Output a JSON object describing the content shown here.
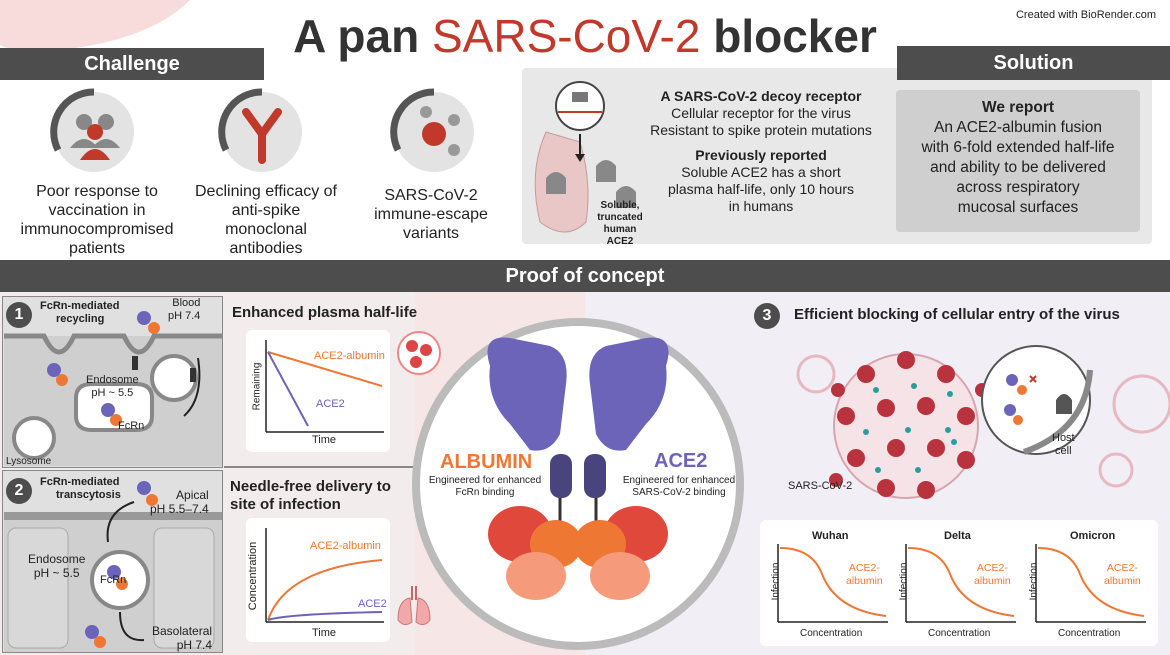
{
  "header": {
    "title_pre": "A pan ",
    "title_accent": "SARS-CoV-2",
    "title_post": " blocker",
    "credit": "Created with BioRender.com"
  },
  "challenge": {
    "label": "Challenge",
    "items": [
      {
        "text": "Poor response to vaccination in immunocompromised patients",
        "icon": "people-icon"
      },
      {
        "text": "Declining efficacy of anti-spike monoclonal antibodies",
        "icon": "antibody-icon"
      },
      {
        "text": "SARS-CoV-2 immune-escape variants",
        "icon": "virus-icon"
      }
    ]
  },
  "decoy": {
    "title1": "A SARS-CoV-2 decoy receptor",
    "line1": "Cellular receptor for the virus",
    "line2": "Resistant to spike protein mutations",
    "title2": "Previously reported",
    "line3": "Soluble ACE2 has a short",
    "line4": "plasma half-life, only 10 hours",
    "line5": "in humans",
    "img_l1": "Soluble,",
    "img_l2": "truncated human",
    "img_l3": "ACE2"
  },
  "solution": {
    "label": "Solution",
    "title": "We report",
    "lines": [
      "An ACE2-albumin fusion",
      "with 6-fold extended half-life",
      "and ability to be delivered",
      "across respiratory",
      "mucosal surfaces"
    ]
  },
  "proof": {
    "label": "Proof of concept"
  },
  "panel1": {
    "num": "1",
    "title_l1": "FcRn-mediated",
    "title_l2": "recycling",
    "blood_l1": "Blood",
    "blood_l2": "pH 7.4",
    "endosome_l1": "Endosome",
    "endosome_l2": "pH ~ 5.5",
    "fcrn": "FcRn",
    "lysosome": "Lysosome"
  },
  "panel2": {
    "num": "2",
    "title_l1": "FcRn-mediated",
    "title_l2": "transcytosis",
    "apical_l1": "Apical",
    "apical_l2": "pH 5.5–7.4",
    "endosome_l1": "Endosome",
    "endosome_l2": "pH ~ 5.5",
    "fcrn": "FcRn",
    "baso_l1": "Basolateral",
    "baso_l2": "pH 7.4"
  },
  "halflife": {
    "title": "Enhanced plasma half-life",
    "ylabel": "Remaining",
    "xlabel": "Time",
    "label_a": "ACE2-albumin",
    "label_b": "ACE2"
  },
  "delivery": {
    "title_l1": "Needle-free delivery to",
    "title_l2": "site of infection",
    "ylabel": "Concentration",
    "xlabel": "Time",
    "label_a": "ACE2-albumin",
    "label_b": "ACE2"
  },
  "molecule": {
    "albumin": "ALBUMIN",
    "albumin_l1": "Engineered for enhanced",
    "albumin_l2": "FcRn binding",
    "ace2": "ACE2",
    "ace2_l1": "Engineered for enhanced",
    "ace2_l2": "SARS-CoV-2 binding"
  },
  "panel3": {
    "num": "3",
    "title": "Efficient blocking of cellular entry of the virus",
    "virus_label": "SARS-CoV-2",
    "host_l1": "Host",
    "host_l2": "cell",
    "charts": [
      {
        "title": "Wuhan",
        "ylabel": "Infection",
        "xlabel": "Concentration",
        "label_l1": "ACE2-",
        "label_l2": "albumin"
      },
      {
        "title": "Delta",
        "ylabel": "Infection",
        "xlabel": "Concentration",
        "label_l1": "ACE2-",
        "label_l2": "albumin"
      },
      {
        "title": "Omicron",
        "ylabel": "Infection",
        "xlabel": "Concentration",
        "label_l1": "ACE2-",
        "label_l2": "albumin"
      }
    ]
  },
  "colors": {
    "accent_red": "#c0392b",
    "albumin_orange": "#ee7733",
    "ace2_purple": "#6b64b8",
    "bar_gray": "#4d4d4d",
    "panel_gray": "#e8e8e8"
  }
}
